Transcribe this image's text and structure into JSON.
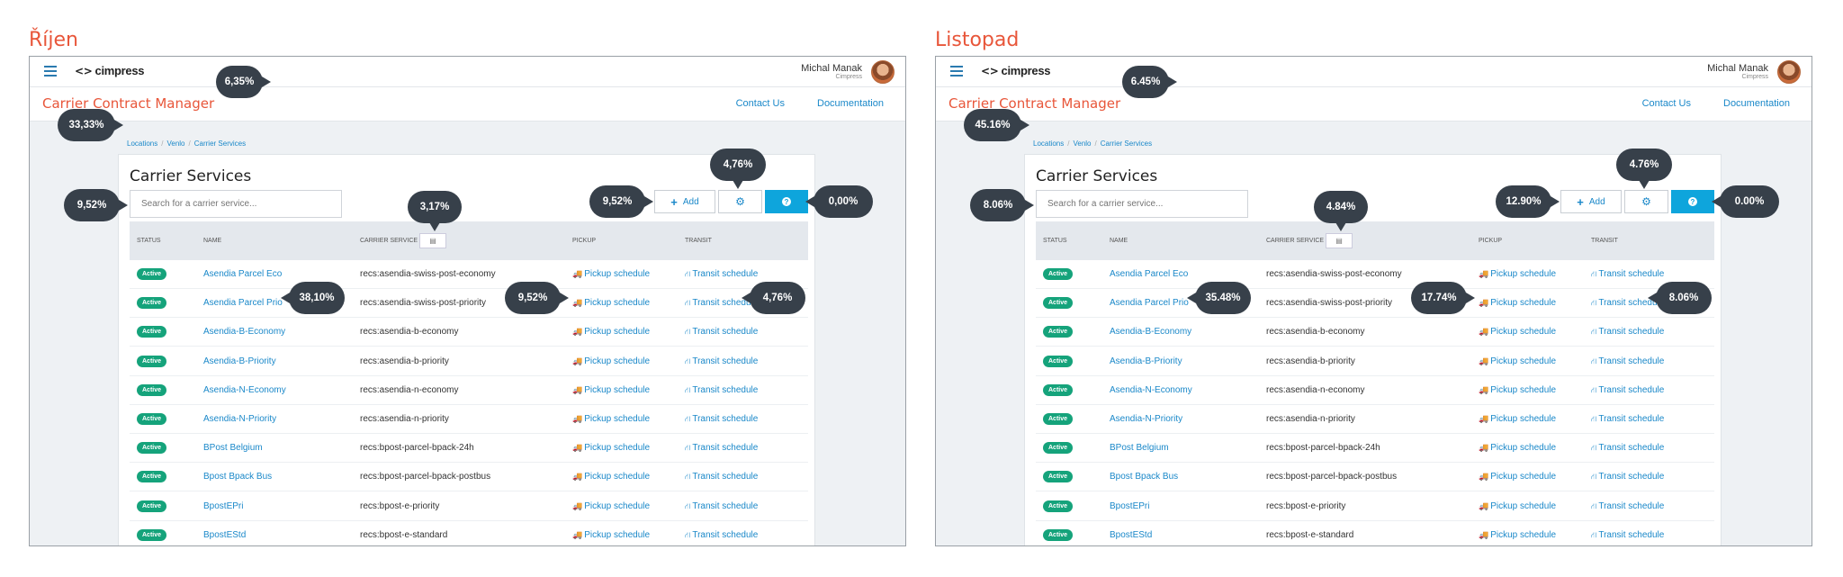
{
  "header": {
    "menu_icon": "hamburger-icon",
    "logo_text": "cimpress",
    "logo_icon": "cimpress-logo-icon"
  },
  "user": {
    "name": "Michal Manak",
    "org": "Cimpress"
  },
  "app": {
    "title": "Carrier Contract Manager",
    "contact": "Contact Us",
    "docs": "Documentation"
  },
  "breadcrumb": [
    "Locations",
    "Venlo",
    "Carrier Services"
  ],
  "page": {
    "title": "Carrier Services",
    "search_placeholder": "Search for a carrier service...",
    "add_label": "Add",
    "add_icon": "plus-icon",
    "settings_icon": "gear-icon",
    "help_icon": "question-icon"
  },
  "columns": {
    "status": "STATUS",
    "name": "NAME",
    "carrier_service": "CARRIER SERVICE",
    "pickup": "PICKUP",
    "transit": "TRANSIT"
  },
  "filter_icon": "document-filter-icon",
  "rows": [
    {
      "status": "Active",
      "name": "Asendia Parcel Eco",
      "service": "recs:asendia-swiss-post-economy",
      "pickup": "Pickup schedule",
      "transit": "Transit schedule"
    },
    {
      "status": "Active",
      "name": "Asendia Parcel Prio",
      "service": "recs:asendia-swiss-post-priority",
      "pickup": "Pickup schedule",
      "transit": "Transit schedule"
    },
    {
      "status": "Active",
      "name": "Asendia-B-Economy",
      "service": "recs:asendia-b-economy",
      "pickup": "Pickup schedule",
      "transit": "Transit schedule"
    },
    {
      "status": "Active",
      "name": "Asendia-B-Priority",
      "service": "recs:asendia-b-priority",
      "pickup": "Pickup schedule",
      "transit": "Transit schedule"
    },
    {
      "status": "Active",
      "name": "Asendia-N-Economy",
      "service": "recs:asendia-n-economy",
      "pickup": "Pickup schedule",
      "transit": "Transit schedule"
    },
    {
      "status": "Active",
      "name": "Asendia-N-Priority",
      "service": "recs:asendia-n-priority",
      "pickup": "Pickup schedule",
      "transit": "Transit schedule"
    },
    {
      "status": "Active",
      "name": "BPost Belgium",
      "service": "recs:bpost-parcel-bpack-24h",
      "pickup": "Pickup schedule",
      "transit": "Transit schedule"
    },
    {
      "status": "Active",
      "name": "Bpost Bpack Bus",
      "service": "recs:bpost-parcel-bpack-postbus",
      "pickup": "Pickup schedule",
      "transit": "Transit schedule"
    },
    {
      "status": "Active",
      "name": "BpostEPri",
      "service": "recs:bpost-e-priority",
      "pickup": "Pickup schedule",
      "transit": "Transit schedule"
    },
    {
      "status": "Active",
      "name": "BpostEStd",
      "service": "recs:bpost-e-standard",
      "pickup": "Pickup schedule",
      "transit": "Transit schedule"
    }
  ],
  "icons": {
    "pickup": "truck-icon",
    "transit": "road-icon"
  },
  "panels": [
    {
      "label": "Říjen",
      "stats": {
        "app_title": "6,35%",
        "breadcrumb": "33,33%",
        "gear": "4,76%",
        "filter": "3,17%",
        "search": "9,52%",
        "add": "9,52%",
        "help": "0,00%",
        "name": "38,10%",
        "pickup": "9,52%",
        "transit": "4,76%"
      }
    },
    {
      "label": "Listopad",
      "stats": {
        "app_title": "6.45%",
        "breadcrumb": "45.16%",
        "gear": "4.76%",
        "filter": "4.84%",
        "search": "8.06%",
        "add": "12.90%",
        "help": "0.00%",
        "name": "35.48%",
        "pickup": "17.74%",
        "transit": "8.06%"
      }
    }
  ],
  "colors": {
    "accent": "#e8563a",
    "link": "#1a88c9",
    "active": "#15a37b",
    "primary": "#0ea5dc",
    "bubble": "#37404a"
  }
}
